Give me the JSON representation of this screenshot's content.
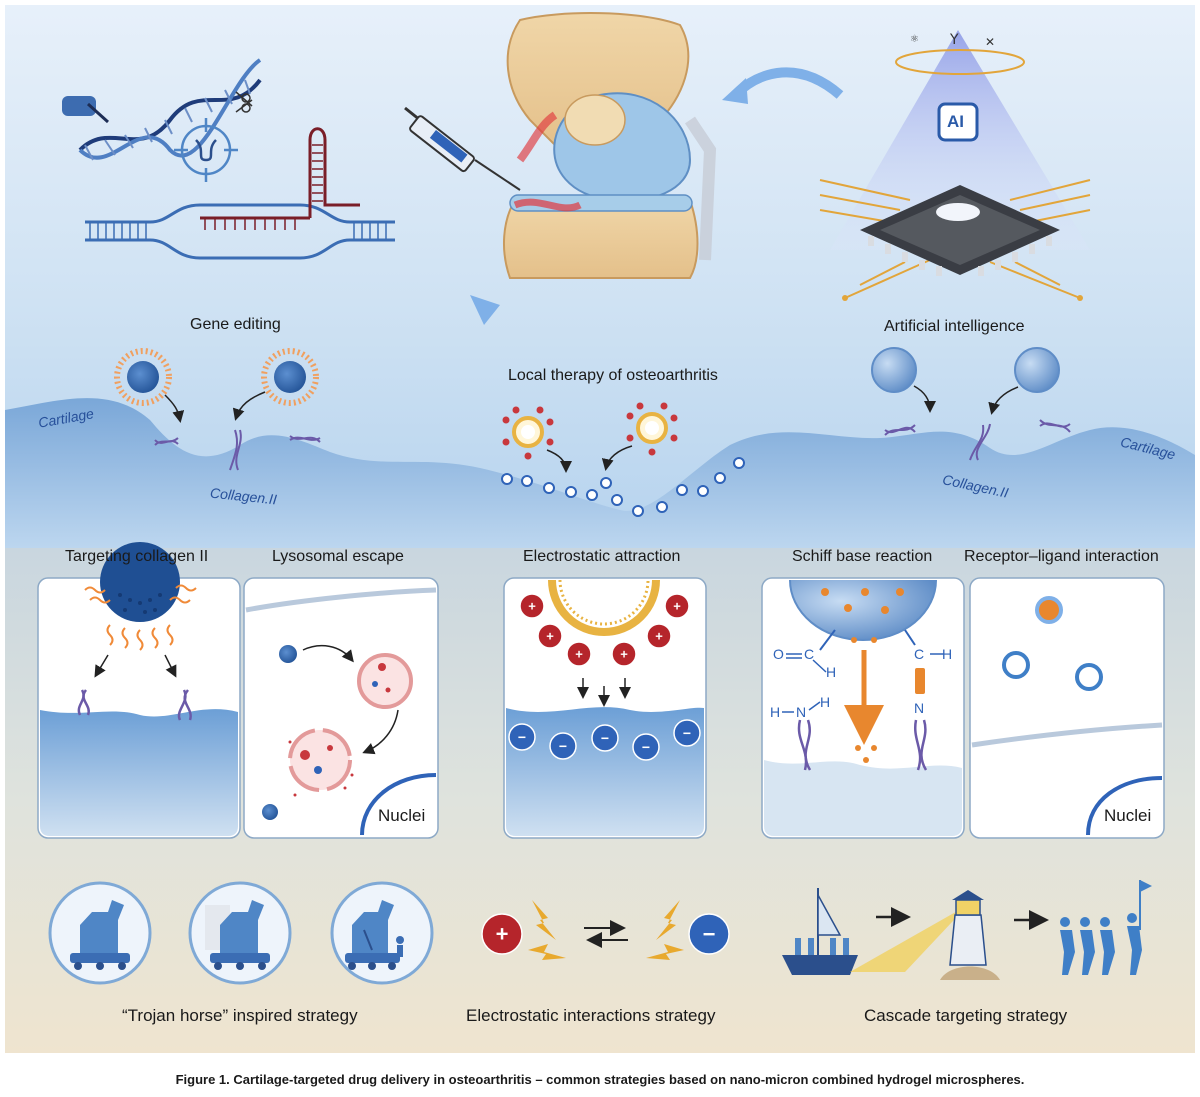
{
  "top_labels": {
    "gene_editing": "Gene editing",
    "artificial_intelligence": "Artificial intelligence",
    "local_therapy": "Local therapy of osteoarthritis",
    "ai_chip": "AI"
  },
  "tissue_labels": {
    "cartilage_left": "Cartilage",
    "cartilage_right": "Cartilage",
    "collagen_left": "Collagen.II",
    "collagen_right": "Collagen.II"
  },
  "panels": [
    {
      "title": "Targeting collagen II"
    },
    {
      "title": "Lysosomal escape",
      "nuclei": "Nuclei"
    },
    {
      "title": "Electrostatic attraction"
    },
    {
      "title": "Schiff base reaction"
    },
    {
      "title": "Receptor–ligand interaction",
      "nuclei": "Nuclei"
    }
  ],
  "schiff": {
    "aldehyde_o": "O",
    "aldehyde_c": "C",
    "aldehyde_h": "H",
    "amine_h1": "H",
    "amine_n": "N",
    "amine_h2": "H",
    "imine_c": "C",
    "imine_h": "H",
    "imine_n": "N"
  },
  "signs": {
    "plus": "+",
    "minus": "−"
  },
  "strategies": [
    {
      "label": "“Trojan horse” inspired strategy"
    },
    {
      "label": "Electrostatic interactions strategy"
    },
    {
      "label": "Cascade targeting strategy"
    }
  ],
  "caption": "Figure 1.  Cartilage-targeted drug delivery in osteoarthritis – common strategies based on nano-micron combined hydrogel microspheres.",
  "colors": {
    "cartilage_blue": "#6f9fd4",
    "negative_blue": "#2f63b8",
    "positive_red": "#b5252b",
    "orange": "#e8872e",
    "purple_collagen": "#6b5aa8"
  }
}
